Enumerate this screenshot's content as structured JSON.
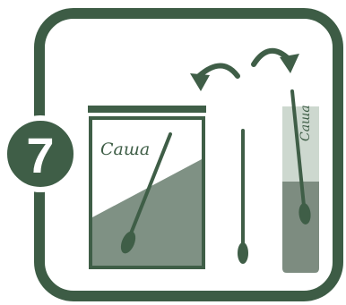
{
  "step": {
    "number": "7"
  },
  "bag": {
    "label": "Саша"
  },
  "tube": {
    "label": "Саша"
  },
  "colors": {
    "dark_green": "#3f5e47",
    "frame_green": "#3d5c45",
    "mid_green": "#7f9184",
    "pale_green": "#cdd8cf",
    "tube_dark": "#7d8c80",
    "white": "#ffffff"
  },
  "icons": {
    "step_badge": "circle-badge",
    "arrow_left": "curved-arrow-icon",
    "arrow_right": "curved-arrow-icon"
  }
}
